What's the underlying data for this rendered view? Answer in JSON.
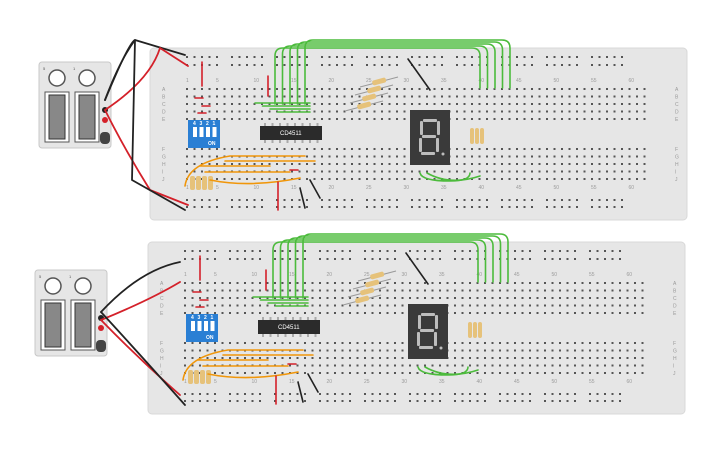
{
  "boards": [
    {
      "id": "top",
      "chip_label": "CD4511",
      "dip_switch_label": "ON",
      "dip_switch_numbers": [
        "4",
        "3",
        "2",
        "1"
      ],
      "display_digit": "8",
      "column_numbers": [
        "1",
        "5",
        "10",
        "15",
        "20",
        "25",
        "30",
        "35",
        "40",
        "45",
        "50",
        "55",
        "60"
      ],
      "row_letters_left": [
        "A",
        "B",
        "C",
        "D",
        "E",
        "F",
        "G",
        "H",
        "I",
        "J"
      ],
      "row_letters_right": [
        "A",
        "B",
        "C",
        "D",
        "E",
        "F",
        "G",
        "H",
        "I",
        "J"
      ]
    },
    {
      "id": "bottom",
      "chip_label": "CD4511",
      "dip_switch_label": "ON",
      "dip_switch_numbers": [
        "4",
        "3",
        "2",
        "1"
      ],
      "display_digit": "8",
      "column_numbers": [
        "1",
        "5",
        "10",
        "15",
        "20",
        "25",
        "30",
        "35",
        "40",
        "45",
        "50",
        "55",
        "60"
      ],
      "row_letters_left": [
        "A",
        "B",
        "C",
        "D",
        "E",
        "F",
        "G",
        "H",
        "I",
        "J"
      ],
      "row_letters_right": [
        "A",
        "B",
        "C",
        "D",
        "E",
        "F",
        "G",
        "H",
        "I",
        "J"
      ]
    }
  ],
  "power_supply": {
    "knob_labels": [
      "5",
      "1"
    ]
  },
  "colors": {
    "breadboard": "#e6e6e6",
    "wire_green": "#4cbb3c",
    "wire_orange": "#f0960a",
    "wire_red": "#d4212a",
    "wire_black": "#222222",
    "dip_switch": "#2a7fd4",
    "chip": "#2b2b2b",
    "display": "#3a3a3a",
    "resistor": "#e6c27a"
  }
}
